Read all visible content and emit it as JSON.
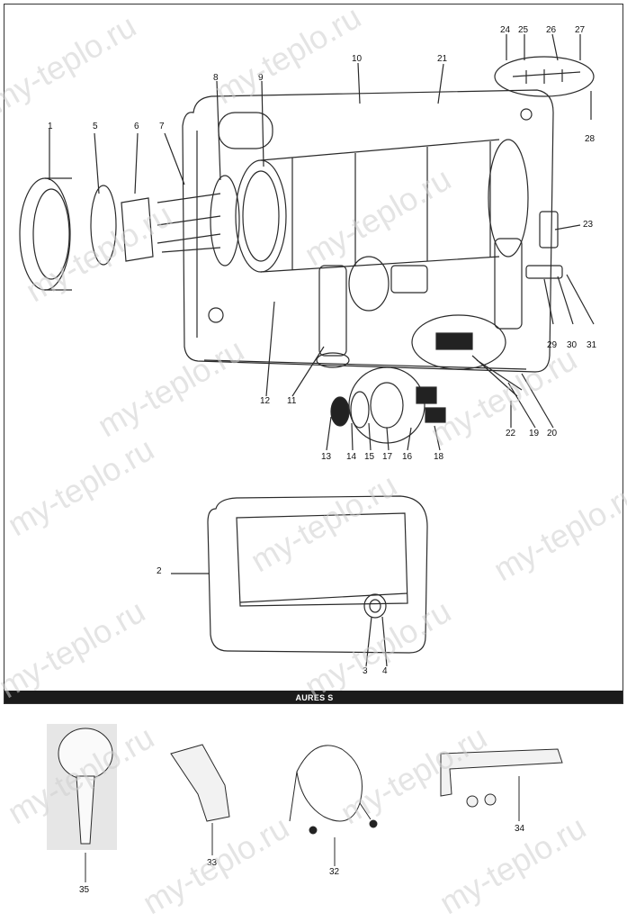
{
  "model_name": "AURES S",
  "watermark_text": "my-teplo.ru",
  "callouts": [
    "1",
    "2",
    "3",
    "4",
    "5",
    "6",
    "7",
    "8",
    "9",
    "10",
    "11",
    "12",
    "13",
    "14",
    "15",
    "16",
    "17",
    "18",
    "19",
    "20",
    "21",
    "22",
    "23",
    "24",
    "25",
    "26",
    "27",
    "28",
    "29",
    "30",
    "31"
  ],
  "accessory_labels": [
    "35",
    "33",
    "32",
    "34"
  ],
  "colors": {
    "line": "#2a2a2a",
    "bar": "#1b1b1b",
    "watermark": "#cfcfcf",
    "accessory_white": "#f2f2f2"
  }
}
